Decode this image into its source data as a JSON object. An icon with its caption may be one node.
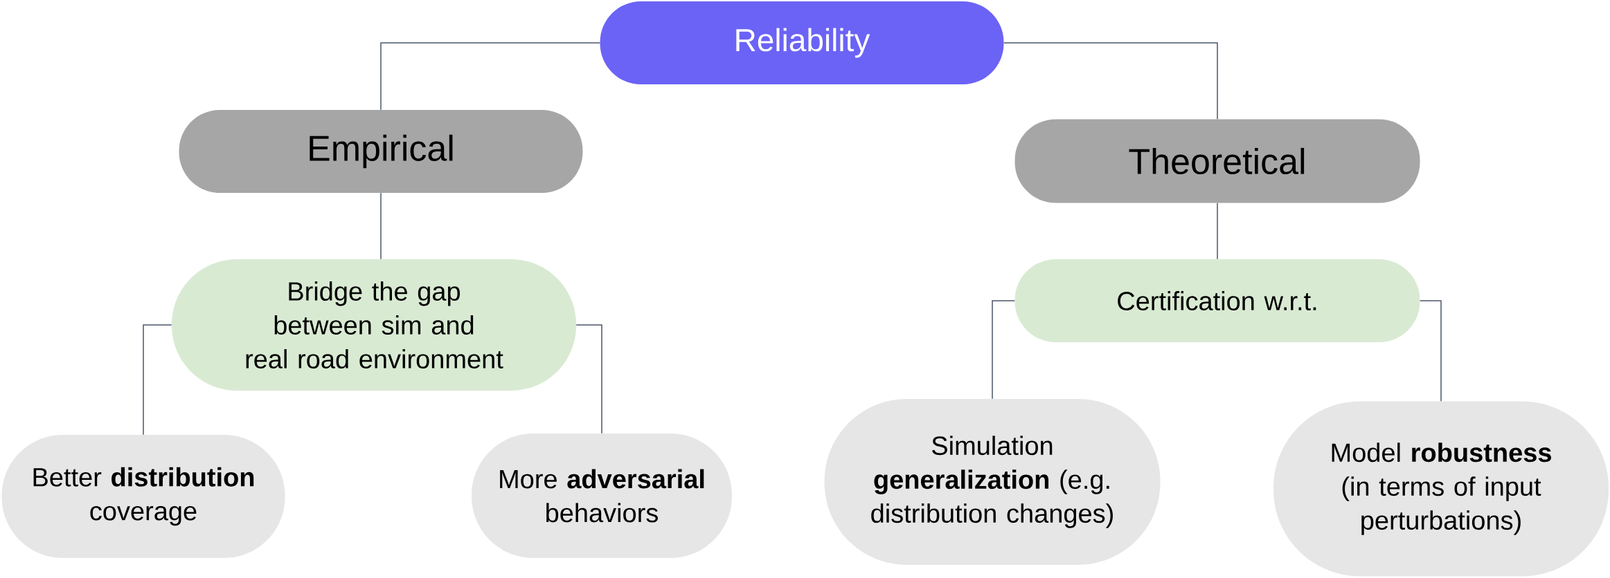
{
  "diagram": {
    "nodes": [
      {
        "text": [
          "Reliability"
        ]
      },
      {
        "text": [
          "Empirical"
        ]
      },
      {
        "text": [
          "Theoretical"
        ]
      },
      {
        "text": [
          "Bridge the gap between sim and real road environment"
        ]
      },
      {
        "text": [
          "Certification w.r.t."
        ]
      },
      {
        "text": [
          "Better **distribution** coverage"
        ]
      },
      {
        "text": [
          "More **adversarial** behaviors"
        ]
      },
      {
        "text": [
          "Simulation **generalization** (e.g. distribution changes)"
        ]
      },
      {
        "text": [
          "Model **robustness** (in terms of input perturbations)"
        ]
      }
    ],
    "edges": [
      {
        "from": 0,
        "to": 1,
        "arrow": "none"
      },
      {
        "from": 0,
        "to": 2,
        "arrow": "none"
      },
      {
        "from": 1,
        "to": 3,
        "arrow": "none"
      },
      {
        "from": 2,
        "to": 4,
        "arrow": "none"
      },
      {
        "from": 3,
        "to": 5,
        "arrow": "none"
      },
      {
        "from": 3,
        "to": 6,
        "arrow": "none"
      },
      {
        "from": 4,
        "to": 7,
        "arrow": "none"
      },
      {
        "from": 4,
        "to": 8,
        "arrow": "none"
      }
    ]
  }
}
